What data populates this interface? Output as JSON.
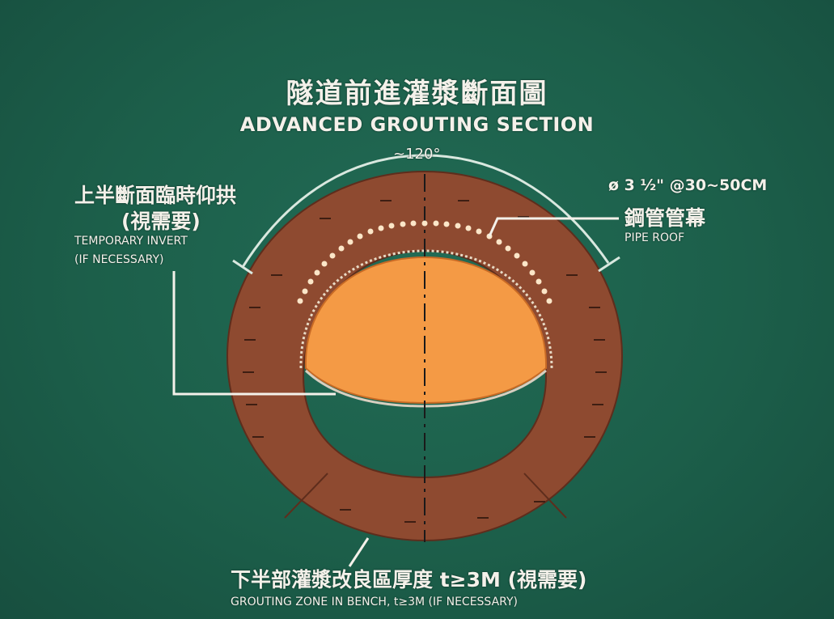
{
  "title": {
    "zh": "隧道前進灌漿斷面圖",
    "en": "ADVANCED GROUTING   SECTION"
  },
  "angle_label": "~120°",
  "left_callout": {
    "zh_line1": "上半斷面臨時仰拱",
    "zh_line2": "(視需要)",
    "en_line1": "TEMPORARY INVERT",
    "en_line2": "(IF NECESSARY)"
  },
  "right_callout": {
    "spec": "ø 3 ½\" @30~50CM",
    "zh": "鋼管管幕",
    "en": "PIPE ROOF"
  },
  "bottom_callout": {
    "zh": "下半部灌漿改良區厚度 t≥3M (視需要)",
    "en": "GROUTING ZONE IN BENCH, t≥3M (IF NECESSARY)"
  },
  "colors": {
    "background": "#1c5f4a",
    "grout_zone": "#8e4a30",
    "heading": "#f49a45",
    "line": "#f4f1ea",
    "pipe_dots": "#fbe6c8"
  }
}
